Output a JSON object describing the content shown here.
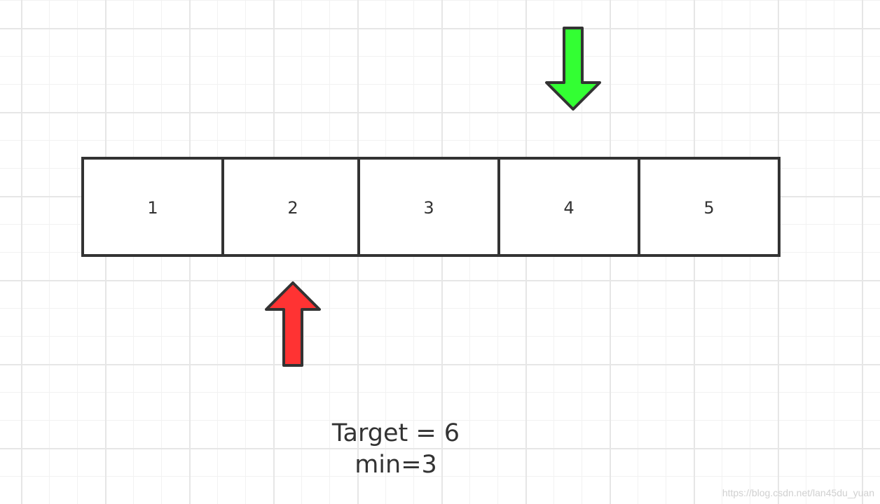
{
  "array": {
    "cells": [
      "1",
      "2",
      "3",
      "4",
      "5"
    ]
  },
  "pointers": {
    "top_arrow": {
      "color": "#33ff33",
      "cell_index": 3,
      "direction": "down"
    },
    "bottom_arrow": {
      "color": "#ff3333",
      "cell_index": 1,
      "direction": "up"
    }
  },
  "caption": {
    "target": "Target = 6",
    "min": "min=3"
  },
  "watermark": "https://blog.csdn.net/lan45du_yuan",
  "colors": {
    "stroke": "#333333",
    "grid": "#e6e6e6"
  }
}
